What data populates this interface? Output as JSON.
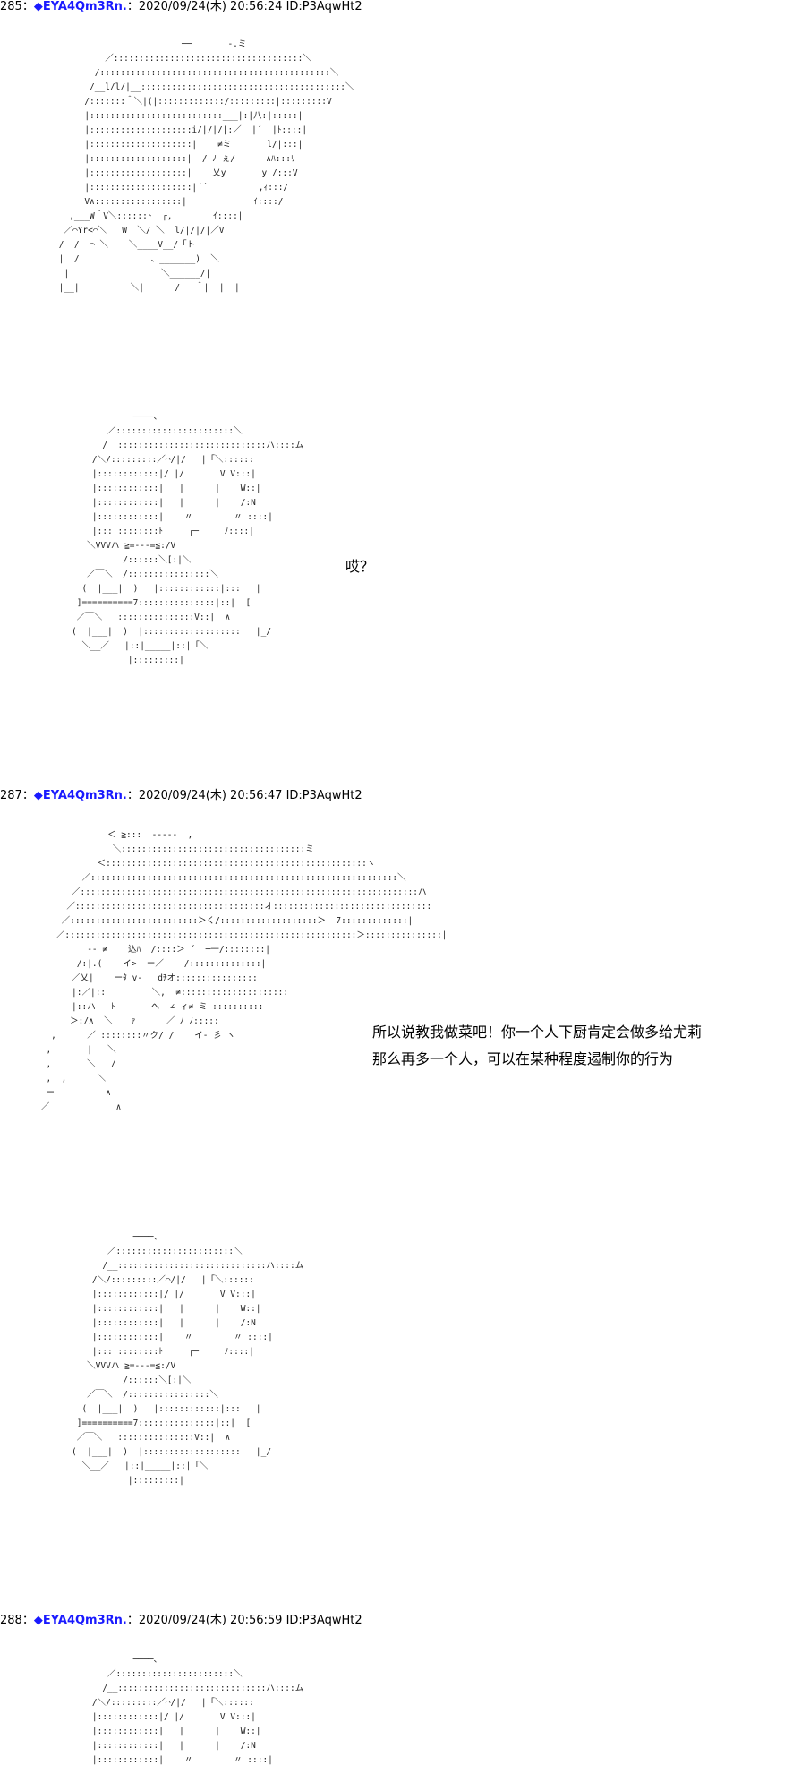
{
  "posts": [
    {
      "number": "285",
      "separator": "：",
      "name": "◆EYA4Qm3Rn.",
      "meta": "：2020/09/24(木) 20:56:24 ID:P3AqwHt2",
      "speech": ""
    },
    {
      "number": "",
      "speech": "哎？"
    },
    {
      "number": "287",
      "separator": "：",
      "name": "◆EYA4Qm3Rn.",
      "meta": "：2020/09/24(木) 20:56:47 ID:P3AqwHt2",
      "speech": "所以说教我做菜吧！你一个人下厨肯定会做多给尤莉\n那么再多一个人，可以在某种程度遏制你的行为"
    },
    {
      "number": "288",
      "separator": "：",
      "name": "◆EYA4Qm3Rn.",
      "meta": "：2020/09/24(木) 20:56:59 ID:P3AqwHt2",
      "speech": ""
    }
  ],
  "ascii_art": {
    "boy_top": "                         ──       -.ミ\n          ／:::::::::::::::::::::::::::::::::::::＼\n        /:::::::::::::::::::::::::::::::::::::::::::::＼\n       /__l/l/|__::::::::::::::::::::::::::::::::::::::::＼\n      /:::::::＾＼|(|:::::::::::::/:::::::::|:::::::::V\n      |::::::::::::::::::::::::::___|:|八:|:::::|\n      |::::::::::::::::::::i/|/|/|:／  |´  |ﾄ::::|\n      |::::::::::::::::::::|    ≠ミ       l/|:::|\n      |:::::::::::::::::::|  / ﾉ ぇ/      ∧ﾊ:::ﾘ\n      |:::::::::::::::::::|    乂y       y /:::V\n      |::::::::::::::::::::|´´          ,ｨ:::/\n      V∧:::::::::::::::::|             ｲ::::/\n   ,___W＾V＼::::::ﾄ  ┌,        ｲ::::|\n  ／⌒Yr<⌒＼   W  ＼/ ＼  l/|/|/|／V\n /  /  ⌒ ＼    ＼____V__/「ト\n |  /              、_______)  ＼\n  |                  ＼______/|\n |__|          ＼|      /   ＾|  |  |",
    "girl_1": "            ────、\n       ／:::::::::::::::::::::::＼\n      /__:::::::::::::::::::::::::::::ハ::::ム\n    /＼/:::::::::／⌒/|/   |「＼::::::\n    |::::::::::::|/ |/       V V:::|\n    |::::::::::::|   |      |    W::|\n    |::::::::::::|   |      |    /:N\n    |::::::::::::|    〃        〃 ::::|\n    |:::|::::::::ﾄ     ┌─     ﾉ::::|\n   ＼VVVハ ≧=---=≦:/V\n          /::::::＼[:|＼\n   ／￣＼  /::::::::::::::::＼\n  (  |___|  )   |::::::::::::|:::|  |\n ]==========7:::::::::::::::|::|  [\n ／￣＼  |:::::::::::::::V::|  ∧\n(  |___|  )  |:::::::::::::::::::|  |_/\n  ＼__／   |::|_____|::|「＼\n           |:::::::::|",
    "boy_angry": "              ＜ ≧:::  -----  ,\n               ＼::::::::::::::::::::::::::::::::::::ミ\n            ＜:::::::::::::::::::::::::::::::::::::::::::::::::::ヽ\n         ／::::::::::::::::::::::::::::::::::::::::::::::::::::::::::::＼\n       ／::::::::::::::::::::::::::::::::::::::::::::::::::::::::::::::::::ハ\n      ／:::::::::::::::::::::::::::::::::::::オ:::::::::::::::::::::::::::::::\n     ／:::::::::::::::::::::::::＞く/:::::::::::::::::::＞  7:::::::::::::|\n    ／:::::::::::::::::::::::::::::::::::::::::::::::::::::::::＞:::::::::::::::|\n          -- ≠    込ﾊ  /::::＞ ´  ─一/::::::::|\n        /:|.(    イ>  ー／    /::::::::::::::|\n       ／乂|    ーﾀ v-   dﾁオ::::::::::::::::|\n       |:／|::         ＼,  ≠:::::::::::::::::::::\n       |::ハ   ﾄ       へ  ∠ ィ≠ ミ ::::::::::\n     ＿＞:/∧  ＼  ＿ｧ      ／ ﾉ ﾉ:::::\n   ,      ／ ::::::::〃ク/ /    イ- 彡 ヽ\n  ,       |   ＼      \n  ,       ＼   /\n  ,  ,      ＼\n  ー          ∧\n ／             ∧",
    "girl_2": "            ────、\n       ／:::::::::::::::::::::::＼\n      /__:::::::::::::::::::::::::::::ハ::::ム\n    /＼/:::::::::／⌒/|/   |「＼::::::\n    |::::::::::::|/ |/       V V:::|\n    |::::::::::::|   |      |    W::|\n    |::::::::::::|   |      |    /:N\n    |::::::::::::|    〃        〃 ::::|\n    |:::|::::::::ﾄ     ┌─     ﾉ::::|\n   ＼VVVハ ≧=---=≦:/V\n          /::::::＼[:|＼\n   ／￣＼  /::::::::::::::::＼\n  (  |___|  )   |::::::::::::|:::|  |\n ]==========7:::::::::::::::|::|  [\n ／￣＼  |:::::::::::::::V::|  ∧\n(  |___|  )  |:::::::::::::::::::|  |_/\n  ＼__／   |::|_____|::|「＼\n           |:::::::::|",
    "girl_3": "            ────、\n       ／:::::::::::::::::::::::＼\n      /__:::::::::::::::::::::::::::::ハ::::ム\n    /＼/:::::::::／⌒/|/   |「＼::::::\n    |::::::::::::|/ |/       V V:::|\n    |::::::::::::|   |      |    W::|\n    |::::::::::::|   |      |    /:N\n    |::::::::::::|    〃        〃 ::::|"
  }
}
